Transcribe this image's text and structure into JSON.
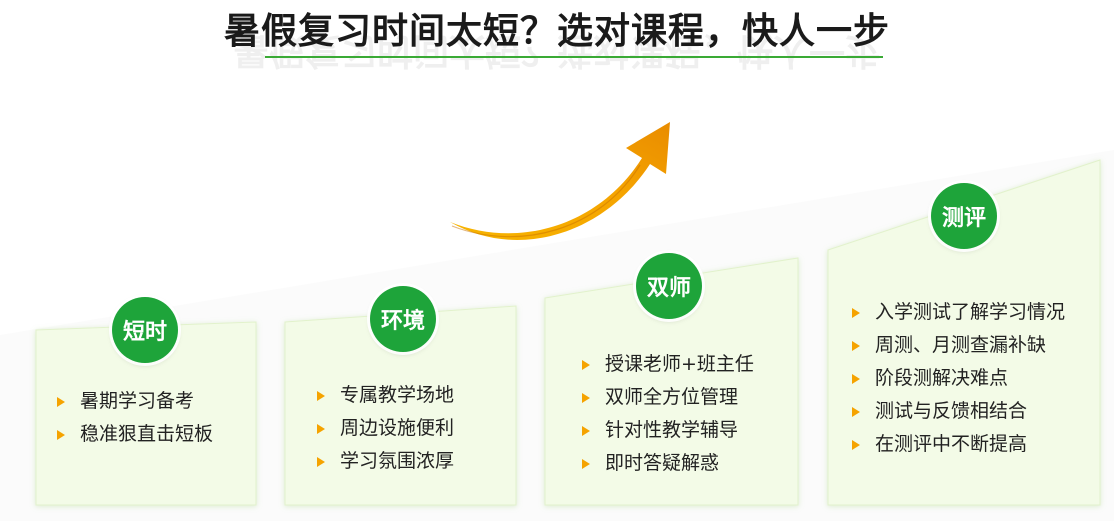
{
  "title": "暑假复习时间太短？选对课程，快人一步",
  "colors": {
    "accent_green": "#1ea43a",
    "card_fill": "#f3fbe7",
    "arrow_orange": "#f5a300",
    "bullet": "#f5a300"
  },
  "cards": [
    {
      "badge": "短时",
      "items": [
        "暑期学习备考",
        "稳准狠直击短板"
      ]
    },
    {
      "badge": "环境",
      "items": [
        "专属教学场地",
        "周边设施便利",
        "学习氛围浓厚"
      ]
    },
    {
      "badge": "双师",
      "items": [
        "授课老师+班主任",
        "双师全方位管理",
        "针对性教学辅导",
        "即时答疑解惑"
      ]
    },
    {
      "badge": "测评",
      "items": [
        "入学测试了解学习情况",
        "周测、月测查漏补缺",
        "阶段测解决难点",
        "测试与反馈相结合",
        "在测评中不断提高"
      ]
    }
  ]
}
